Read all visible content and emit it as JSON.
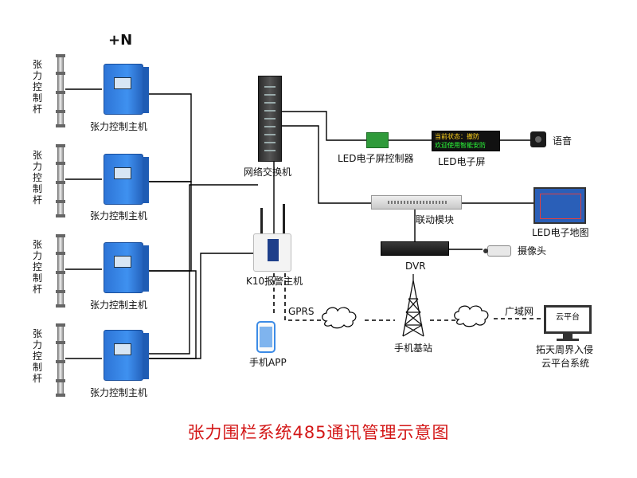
{
  "plus_n": "+N",
  "posts": [
    {
      "label": "张力控制杆"
    },
    {
      "label": "张力控制杆"
    },
    {
      "label": "张力控制杆"
    },
    {
      "label": "张力控制杆"
    }
  ],
  "hosts": [
    {
      "label": "张力控制主机"
    },
    {
      "label": "张力控制主机"
    },
    {
      "label": "张力控制主机"
    },
    {
      "label": "张力控制主机"
    }
  ],
  "switch": {
    "label": "网络交换机"
  },
  "led_controller": {
    "label": "LED电子屏控制器"
  },
  "led_screen": {
    "label": "LED电子屏",
    "line1": "当前状态：撤防",
    "line2": "欢迎使用智能安防"
  },
  "speaker": {
    "label": "语音"
  },
  "link_module": {
    "label": "联动模块"
  },
  "led_map": {
    "label": "LED电子地图"
  },
  "dvr": {
    "label": "DVR"
  },
  "camera": {
    "label": "摄像头"
  },
  "alarm_host": {
    "label": "K10报警主机"
  },
  "gprs": {
    "label": "GPRS"
  },
  "phone_app": {
    "label": "手机APP"
  },
  "base_station": {
    "label": "手机基站"
  },
  "wan": {
    "label": "广域网"
  },
  "cloud_platform": {
    "screen": "云平台",
    "label_line1": "拓天周界入侵",
    "label_line2": "云平台系统"
  },
  "title": "张力围栏系统485通讯管理示意图",
  "colors": {
    "title": "#d31616",
    "host_blue": "#3f91f0",
    "wire": "#000000"
  }
}
